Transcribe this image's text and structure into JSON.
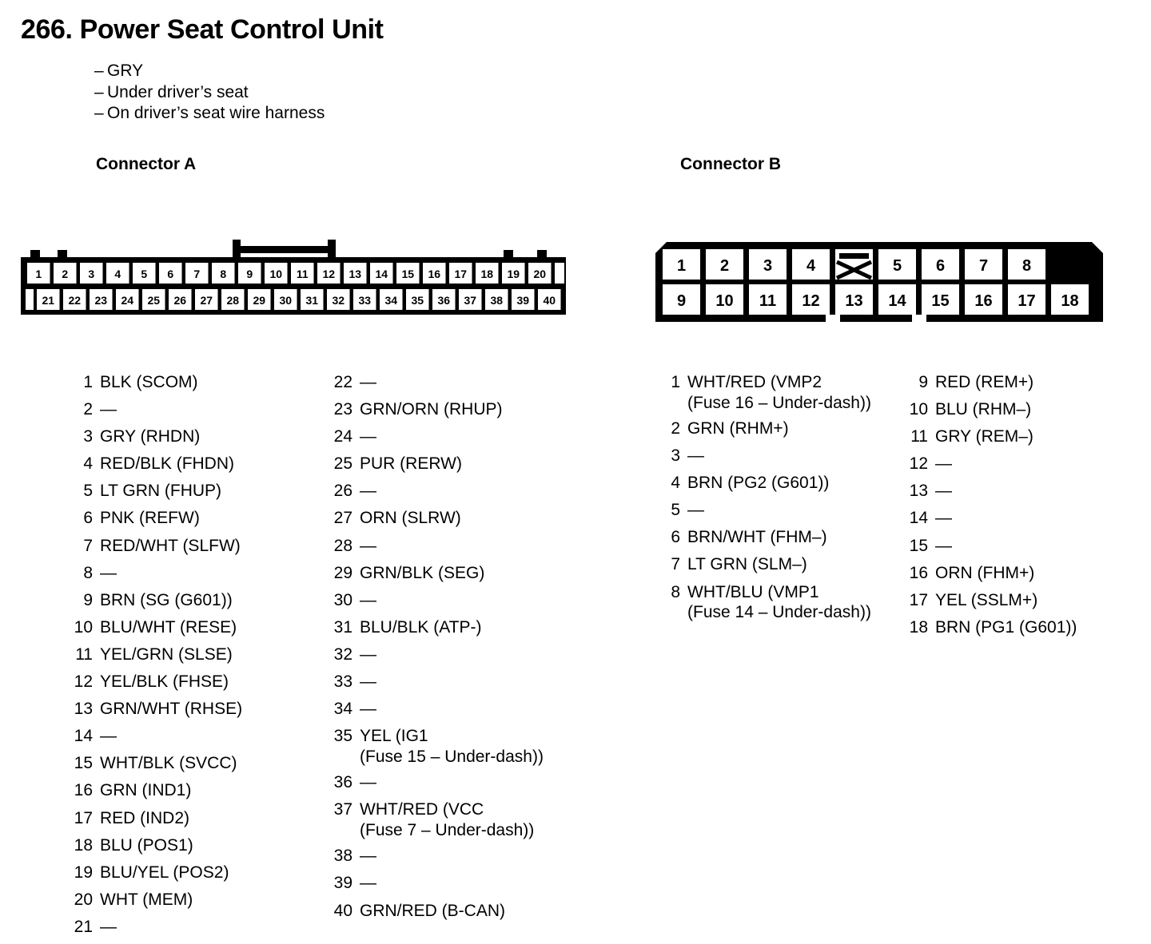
{
  "document": {
    "section_number": "266.",
    "title": "Power Seat Control Unit",
    "subtitles": [
      "GRY",
      "Under driver’s seat",
      "On driver’s seat wire harness"
    ],
    "dash_glyph": "–"
  },
  "connector_a": {
    "heading": "Connector A",
    "diagram": {
      "top_row_pins": [
        "1",
        "2",
        "3",
        "4",
        "5",
        "6",
        "7",
        "8",
        "9",
        "10",
        "11",
        "12",
        "13",
        "14",
        "15",
        "16",
        "17",
        "18",
        "19",
        "20"
      ],
      "bottom_row_pins": [
        "21",
        "22",
        "23",
        "24",
        "25",
        "26",
        "27",
        "28",
        "29",
        "30",
        "31",
        "32",
        "33",
        "34",
        "35",
        "36",
        "37",
        "38",
        "39",
        "40"
      ],
      "latch_spans_pins": "9-12"
    },
    "pins_column_1": [
      {
        "no": "1",
        "desc": "BLK (SCOM)"
      },
      {
        "no": "2",
        "desc": "—"
      },
      {
        "no": "3",
        "desc": "GRY (RHDN)"
      },
      {
        "no": "4",
        "desc": "RED/BLK (FHDN)"
      },
      {
        "no": "5",
        "desc": "LT GRN (FHUP)"
      },
      {
        "no": "6",
        "desc": "PNK (REFW)"
      },
      {
        "no": "7",
        "desc": "RED/WHT (SLFW)"
      },
      {
        "no": "8",
        "desc": "—"
      },
      {
        "no": "9",
        "desc": "BRN (SG (G601))"
      },
      {
        "no": "10",
        "desc": "BLU/WHT (RESE)"
      },
      {
        "no": "11",
        "desc": "YEL/GRN (SLSE)"
      },
      {
        "no": "12",
        "desc": "YEL/BLK (FHSE)"
      },
      {
        "no": "13",
        "desc": "GRN/WHT (RHSE)"
      },
      {
        "no": "14",
        "desc": "—"
      },
      {
        "no": "15",
        "desc": "WHT/BLK (SVCC)"
      },
      {
        "no": "16",
        "desc": "GRN (IND1)"
      },
      {
        "no": "17",
        "desc": "RED (IND2)"
      },
      {
        "no": "18",
        "desc": "BLU (POS1)"
      },
      {
        "no": "19",
        "desc": "BLU/YEL (POS2)"
      },
      {
        "no": "20",
        "desc": "WHT (MEM)"
      },
      {
        "no": "21",
        "desc": "—"
      }
    ],
    "pins_column_2": [
      {
        "no": "22",
        "desc": "—"
      },
      {
        "no": "23",
        "desc": "GRN/ORN (RHUP)"
      },
      {
        "no": "24",
        "desc": "—"
      },
      {
        "no": "25",
        "desc": "PUR (RERW)"
      },
      {
        "no": "26",
        "desc": "—"
      },
      {
        "no": "27",
        "desc": "ORN (SLRW)"
      },
      {
        "no": "28",
        "desc": "—"
      },
      {
        "no": "29",
        "desc": "GRN/BLK (SEG)"
      },
      {
        "no": "30",
        "desc": "—"
      },
      {
        "no": "31",
        "desc": "BLU/BLK (ATP-)"
      },
      {
        "no": "32",
        "desc": "—"
      },
      {
        "no": "33",
        "desc": "—"
      },
      {
        "no": "34",
        "desc": "—"
      },
      {
        "no": "35",
        "desc": "YEL (IG1\n(Fuse 15 – Under-dash))"
      },
      {
        "no": "36",
        "desc": "—"
      },
      {
        "no": "37",
        "desc": "WHT/RED (VCC\n(Fuse 7 – Under-dash))"
      },
      {
        "no": "38",
        "desc": "—"
      },
      {
        "no": "39",
        "desc": "—"
      },
      {
        "no": "40",
        "desc": "GRN/RED (B-CAN)"
      }
    ]
  },
  "connector_b": {
    "heading": "Connector B",
    "diagram": {
      "top_row_pins": [
        "1",
        "2",
        "3",
        "4",
        "5",
        "6",
        "7",
        "8"
      ],
      "bottom_row_pins": [
        "9",
        "10",
        "11",
        "12",
        "13",
        "14",
        "15",
        "16",
        "17",
        "18"
      ],
      "blocked_slot_position": "between pin 4 and pin 5",
      "blocked_slot_marker": "x-crossed-cavity"
    },
    "pins_column_1": [
      {
        "no": "1",
        "desc": "WHT/RED (VMP2\n(Fuse 16 – Under-dash))"
      },
      {
        "no": "2",
        "desc": "GRN (RHM+)"
      },
      {
        "no": "3",
        "desc": "—"
      },
      {
        "no": "4",
        "desc": "BRN (PG2 (G601))"
      },
      {
        "no": "5",
        "desc": "—"
      },
      {
        "no": "6",
        "desc": "BRN/WHT (FHM–)"
      },
      {
        "no": "7",
        "desc": "LT GRN (SLM–)"
      },
      {
        "no": "8",
        "desc": "WHT/BLU (VMP1\n(Fuse 14 – Under-dash))"
      }
    ],
    "pins_column_2": [
      {
        "no": "9",
        "desc": "RED (REM+)"
      },
      {
        "no": "10",
        "desc": "BLU (RHM–)"
      },
      {
        "no": "11",
        "desc": "GRY (REM–)"
      },
      {
        "no": "12",
        "desc": "—"
      },
      {
        "no": "13",
        "desc": "—"
      },
      {
        "no": "14",
        "desc": "—"
      },
      {
        "no": "15",
        "desc": "—"
      },
      {
        "no": "16",
        "desc": "ORN (FHM+)"
      },
      {
        "no": "17",
        "desc": "YEL (SSLM+)"
      },
      {
        "no": "18",
        "desc": "BRN (PG1 (G601))"
      }
    ]
  },
  "colors": {
    "ink": "#000000",
    "paper": "#ffffff"
  }
}
